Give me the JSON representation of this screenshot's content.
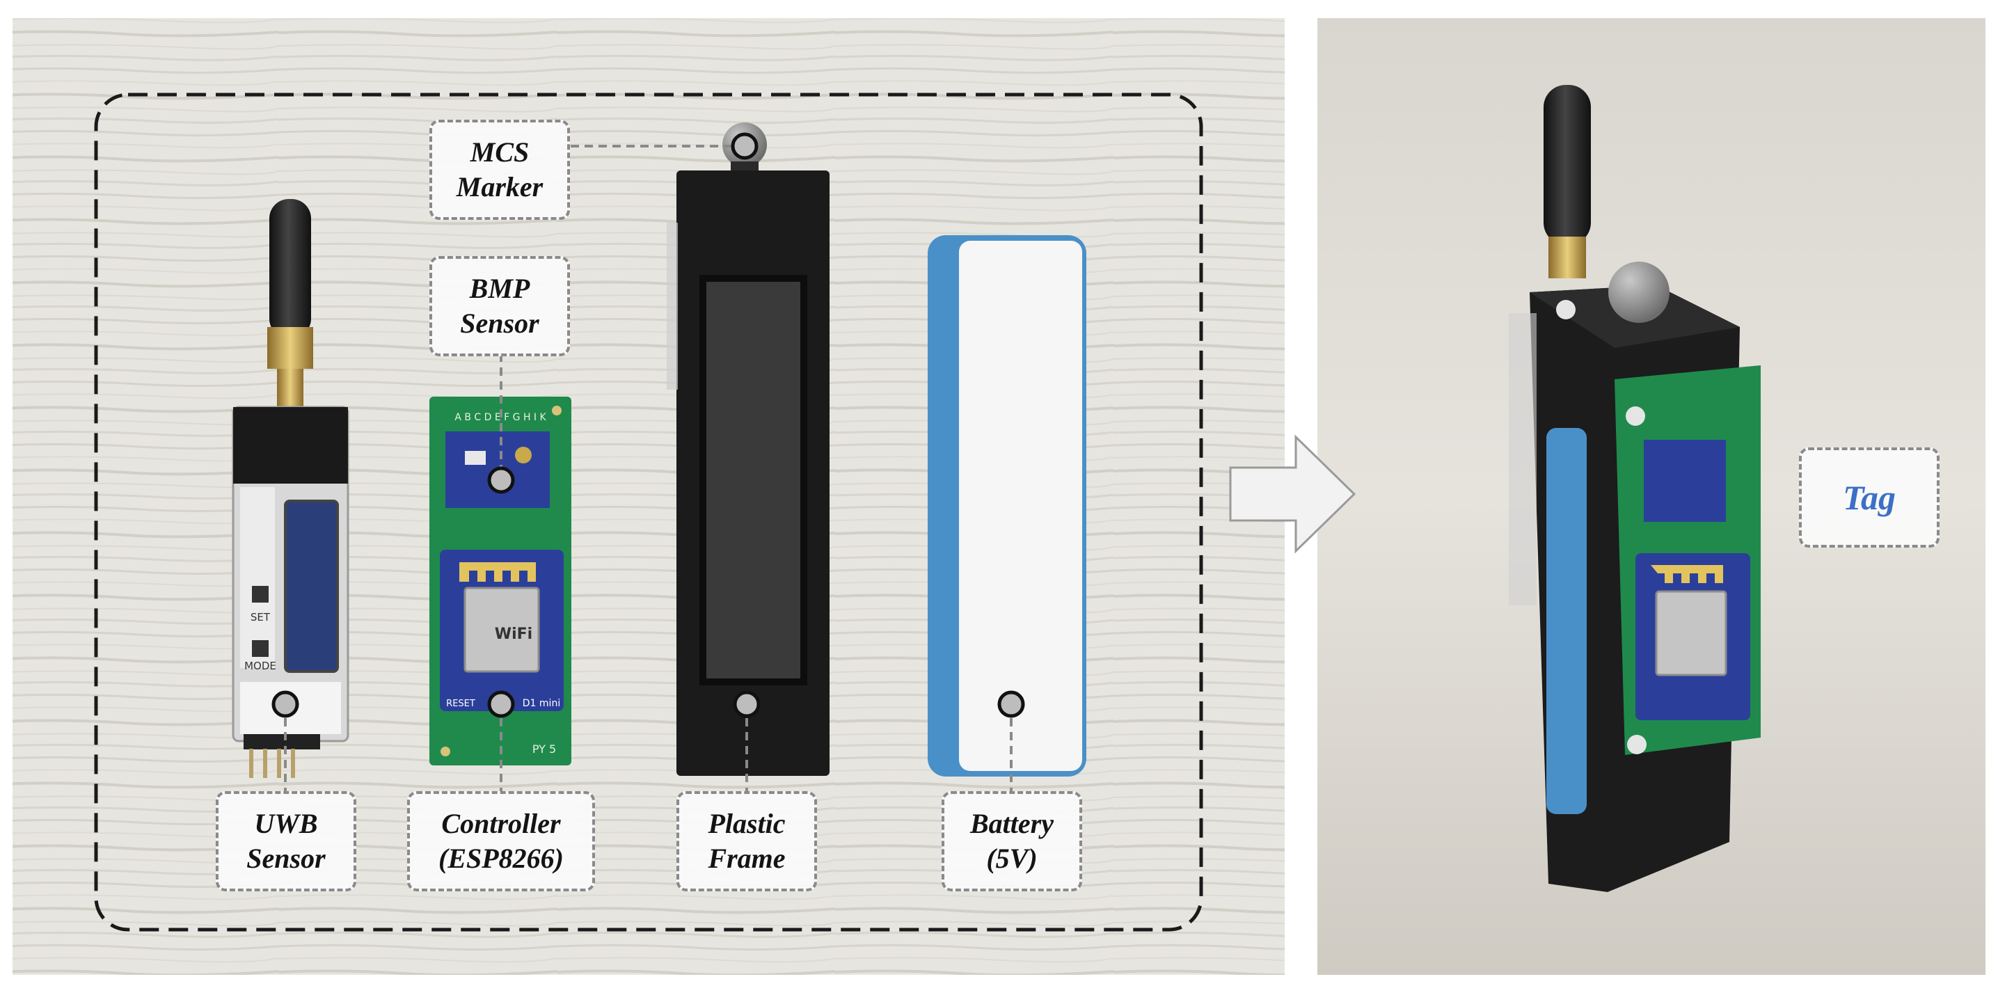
{
  "labels": {
    "mcs_marker": [
      "MCS",
      "Marker"
    ],
    "bmp_sensor": [
      "BMP",
      "Sensor"
    ],
    "uwb_sensor": [
      "UWB",
      "Sensor"
    ],
    "controller": [
      "Controller",
      "(ESP8266)"
    ],
    "plastic_frame": [
      "Plastic",
      "Frame"
    ],
    "battery": [
      "Battery",
      "(5V)"
    ],
    "tag": "Tag"
  },
  "device_prints": {
    "set_button": "SET",
    "mode_button": "MODE",
    "wifi_logo": "WiFi",
    "board_name": "D1 mini",
    "reset_label": "RESET",
    "board_mark": "PY 5",
    "pin_letters": "A B C D E F G H I K"
  },
  "colors": {
    "background_wood": "#e9e7e1",
    "tag_label": "#3d6fc6",
    "pcb_green": "#1f8a4c",
    "board_blue": "#2b3f9a",
    "battery_blue": "#4a90c8",
    "frame_black": "#1b1b1b",
    "label_border": "#8a8a8a"
  },
  "icons": [
    "arrow-right-icon"
  ]
}
